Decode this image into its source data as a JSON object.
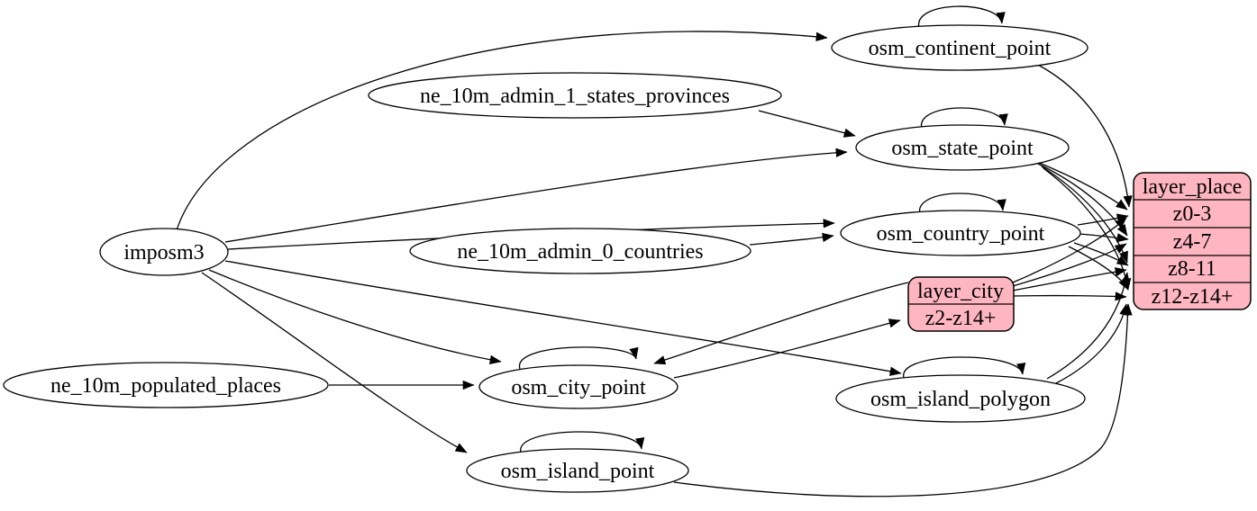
{
  "colors": {
    "record_fill": "#ffb6c1",
    "table_fill": "#ffffff",
    "stroke": "#000000",
    "background": "#ffffff"
  },
  "nodes": {
    "imposm3": {
      "label": "imposm3",
      "type": "source"
    },
    "ne_10m_admin_1_states_provinces": {
      "label": "ne_10m_admin_1_states_provinces",
      "type": "source"
    },
    "ne_10m_admin_0_countries": {
      "label": "ne_10m_admin_0_countries",
      "type": "source"
    },
    "ne_10m_populated_places": {
      "label": "ne_10m_populated_places",
      "type": "source"
    },
    "osm_continent_point": {
      "label": "osm_continent_point",
      "type": "table"
    },
    "osm_state_point": {
      "label": "osm_state_point",
      "type": "table"
    },
    "osm_country_point": {
      "label": "osm_country_point",
      "type": "table"
    },
    "osm_city_point": {
      "label": "osm_city_point",
      "type": "table"
    },
    "osm_island_polygon": {
      "label": "osm_island_polygon",
      "type": "table"
    },
    "osm_island_point": {
      "label": "osm_island_point",
      "type": "table"
    }
  },
  "records": {
    "layer_city": {
      "title": "layer_city",
      "rows": [
        "z2-z14+"
      ]
    },
    "layer_place": {
      "title": "layer_place",
      "rows": [
        "z0-3",
        "z4-7",
        "z8-11",
        "z12-z14+"
      ]
    }
  },
  "edges": [
    {
      "from": "imposm3",
      "to": "osm_continent_point"
    },
    {
      "from": "imposm3",
      "to": "osm_state_point"
    },
    {
      "from": "imposm3",
      "to": "osm_country_point"
    },
    {
      "from": "imposm3",
      "to": "osm_city_point"
    },
    {
      "from": "imposm3",
      "to": "osm_island_polygon"
    },
    {
      "from": "imposm3",
      "to": "osm_island_point"
    },
    {
      "from": "ne_10m_admin_1_states_provinces",
      "to": "osm_state_point"
    },
    {
      "from": "ne_10m_admin_0_countries",
      "to": "osm_country_point"
    },
    {
      "from": "ne_10m_populated_places",
      "to": "osm_city_point"
    },
    {
      "from": "osm_continent_point",
      "to": "osm_continent_point"
    },
    {
      "from": "osm_state_point",
      "to": "osm_state_point"
    },
    {
      "from": "osm_country_point",
      "to": "osm_country_point"
    },
    {
      "from": "osm_city_point",
      "to": "osm_city_point"
    },
    {
      "from": "osm_island_polygon",
      "to": "osm_island_polygon"
    },
    {
      "from": "osm_island_point",
      "to": "osm_island_point"
    },
    {
      "from": "osm_continent_point",
      "to": "layer_place:z0-3"
    },
    {
      "from": "osm_state_point",
      "to": "layer_place:z0-3"
    },
    {
      "from": "osm_state_point",
      "to": "layer_place:z4-7"
    },
    {
      "from": "osm_state_point",
      "to": "layer_place:z8-11"
    },
    {
      "from": "osm_state_point",
      "to": "layer_place:z12-z14+"
    },
    {
      "from": "osm_country_point",
      "to": "layer_place:z0-3"
    },
    {
      "from": "osm_country_point",
      "to": "layer_place:z4-7"
    },
    {
      "from": "osm_country_point",
      "to": "layer_place:z8-11"
    },
    {
      "from": "osm_country_point",
      "to": "layer_place:z12-z14+"
    },
    {
      "from": "osm_city_point",
      "to": "layer_city:z2-z14+"
    },
    {
      "from": "layer_city",
      "to": "osm_city_point"
    },
    {
      "from": "layer_city",
      "to": "layer_place:z0-3"
    },
    {
      "from": "layer_city",
      "to": "layer_place:z4-7"
    },
    {
      "from": "layer_city",
      "to": "layer_place:z8-11"
    },
    {
      "from": "layer_city",
      "to": "layer_place:z12-z14+"
    },
    {
      "from": "osm_island_polygon",
      "to": "layer_place:z8-11"
    },
    {
      "from": "osm_island_polygon",
      "to": "layer_place:z12-z14+"
    },
    {
      "from": "osm_island_point",
      "to": "layer_place:z12-z14+"
    }
  ]
}
